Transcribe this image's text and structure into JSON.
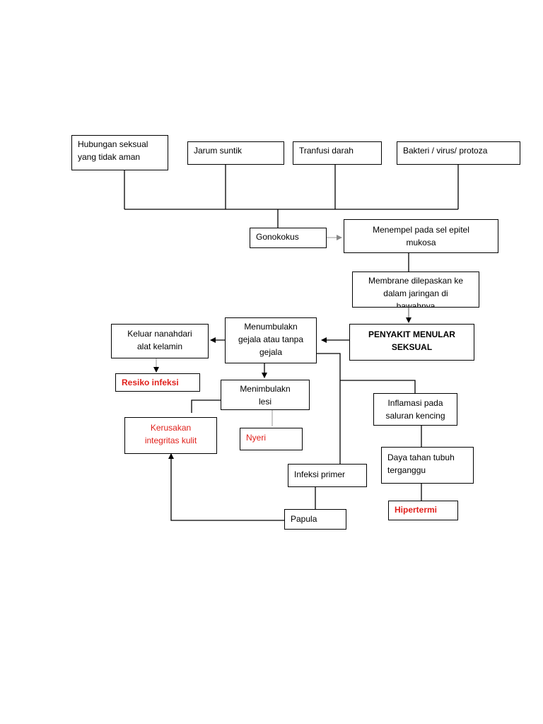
{
  "nodes": {
    "hubungan": "Hubungan   seksual\nyang tidak aman",
    "jarum": "Jarum suntik",
    "tranfusi": "Tranfusi darah",
    "bakteri": "Bakteri / virus/ protoza",
    "gonokokus": "Gonokokus",
    "menempel": "Menempel pada sel epitel\nmukosa",
    "membrane": "Membrane dilepaskan ke\ndalam jaringan di\nbawahnya",
    "pms": "PENYAKIT   MENULAR\nSEKSUAL",
    "menumbulakn": "Menumbulakn\ngejala atau tanpa\ngejala",
    "keluar": "Keluar nanahdari\nalat kelamin",
    "resiko": "Resiko infeksi",
    "menimbulakn_lesi": "Menimbulakn\nlesi",
    "kerusakan": "Kerusakan\nintegritas kulit",
    "nyeri": "Nyeri",
    "inflamasi": "Inflamasi pada\nsaluran kencing",
    "daya": "Daya tahan tubuh\nterganggu",
    "infeksi_primer": "Infeksi primer",
    "papula": "Papula",
    "hipertermi": "Hipertermi"
  },
  "colors": {
    "diagnosis_text": "#e0201b",
    "line": "#000000",
    "arrow_grey": "#999999"
  }
}
